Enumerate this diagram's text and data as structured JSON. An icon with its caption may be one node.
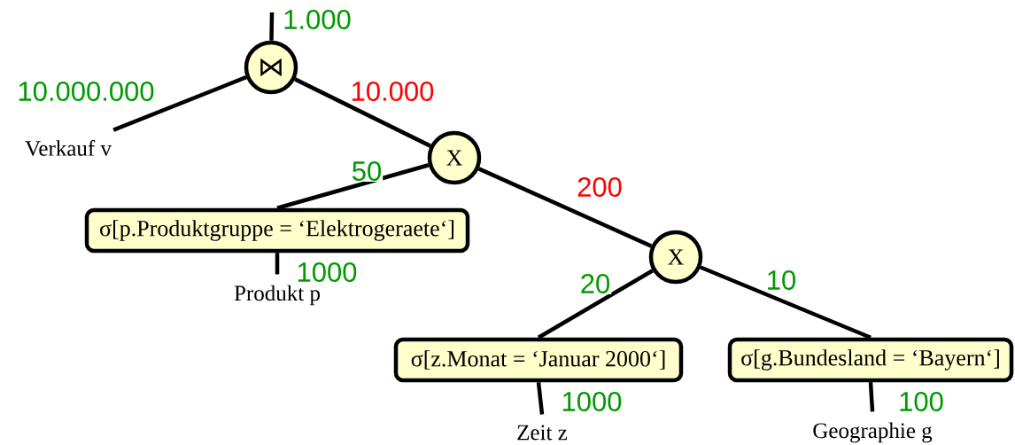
{
  "diagram": {
    "nodes": [
      {
        "text": [
          "⋈"
        ]
      },
      {
        "text": [
          "X"
        ]
      },
      {
        "text": [
          "σ[p.Produktgruppe = ‘Elektrogeraete‘]"
        ]
      },
      {
        "text": [
          "X"
        ]
      },
      {
        "text": [
          "σ[z.Monat = ‘Januar 2000‘]"
        ]
      },
      {
        "text": [
          "σ[g.Bundesland = ‘Bayern‘]"
        ]
      },
      {
        "text": [
          "Verkauf  v"
        ]
      },
      {
        "text": [
          "Produkt p"
        ]
      },
      {
        "text": [
          "Zeit z"
        ]
      },
      {
        "text": [
          "Geographie g"
        ]
      }
    ],
    "edges": [
      {
        "from": null,
        "to": 0,
        "arrow": "none",
        "label": "1.000"
      },
      {
        "from": 6,
        "to": 0,
        "arrow": "none",
        "label": "10.000.000"
      },
      {
        "from": 1,
        "to": 0,
        "arrow": "none",
        "label": "10.000"
      },
      {
        "from": 2,
        "to": 1,
        "arrow": "none",
        "label": "50"
      },
      {
        "from": 3,
        "to": 1,
        "arrow": "none",
        "label": "200"
      },
      {
        "from": 4,
        "to": 3,
        "arrow": "none",
        "label": "20"
      },
      {
        "from": 5,
        "to": 3,
        "arrow": "none",
        "label": "10"
      },
      {
        "from": 7,
        "to": 2,
        "arrow": "none",
        "label": "1000"
      },
      {
        "from": 8,
        "to": 4,
        "arrow": "none",
        "label": "1000"
      },
      {
        "from": 9,
        "to": 5,
        "arrow": "none",
        "label": "100"
      }
    ]
  }
}
